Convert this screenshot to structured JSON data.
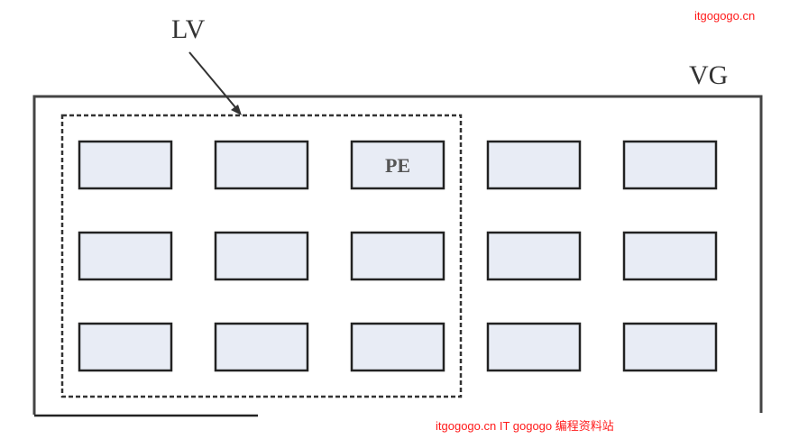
{
  "labels": {
    "lv": "LV",
    "vg": "VG",
    "pe": "PE"
  },
  "grid": {
    "rows": 3,
    "cols": 5,
    "lv_cols": 3,
    "labeled_cell": [
      0,
      2
    ]
  },
  "watermarks": {
    "top": "itgogogo.cn",
    "bottom": "itgogogo.cn IT gogogo 编程资料站"
  },
  "colors": {
    "pe_fill": "#e8ecf5",
    "watermark": "#ff1a1a"
  }
}
